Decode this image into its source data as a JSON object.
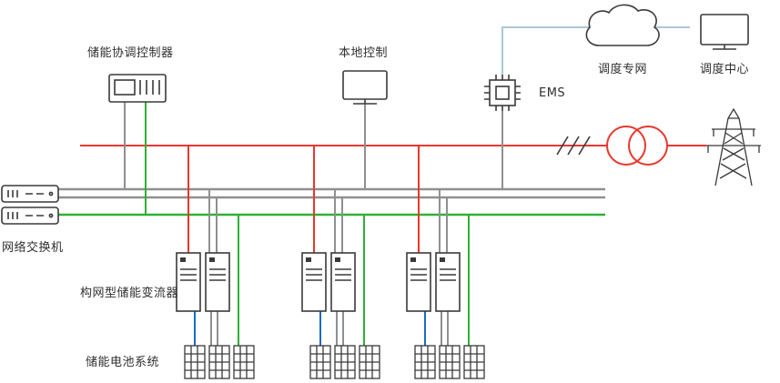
{
  "labels": {
    "coordinator": "储能协调控制器",
    "local_control": "本地控制",
    "ems": "EMS",
    "dispatch_network": "调度专网",
    "dispatch_center": "调度中心",
    "network_switch": "网络交换机",
    "converter": "构网型储能变流器",
    "battery_system": "储能电池系统"
  },
  "colors": {
    "red": "#e8372d",
    "green": "#2eb135",
    "gray": "#8f9091",
    "blue": "#1f6bc0",
    "lightblue": "#aac9d6",
    "dark": "#3a3a3a"
  }
}
